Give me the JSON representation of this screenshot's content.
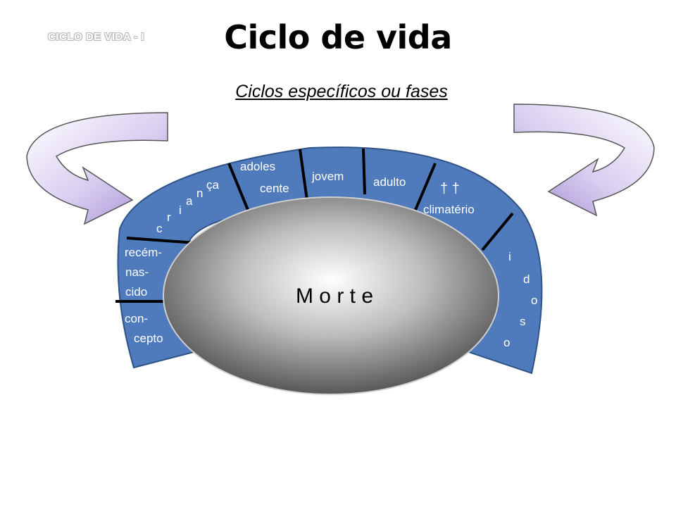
{
  "header": {
    "section_label": "CICLO DE VIDA - I"
  },
  "title": "Ciclo de vida",
  "subtitle": "Ciclos específicos ou fases",
  "center_label": "M o r t e",
  "phases": {
    "conception": [
      "con-",
      "cepto"
    ],
    "newborn": [
      "recém-",
      "nas-",
      "cido"
    ],
    "child_letters": [
      "c",
      "r",
      "i",
      "a",
      "n",
      "ça"
    ],
    "adolescent": [
      "adoles",
      "cente"
    ],
    "young": "jovem",
    "adult": "adulto",
    "climacteric": "climatério",
    "climacteric_symbols": "† †",
    "elderly_letters": [
      "i",
      "d",
      "o",
      "s",
      "o"
    ]
  },
  "colors": {
    "band": "#4f7bbd",
    "band_stroke": "#2f5386",
    "divider": "#000000",
    "arrow_light": "#ffffff",
    "arrow_dark": "#a48fd0"
  }
}
